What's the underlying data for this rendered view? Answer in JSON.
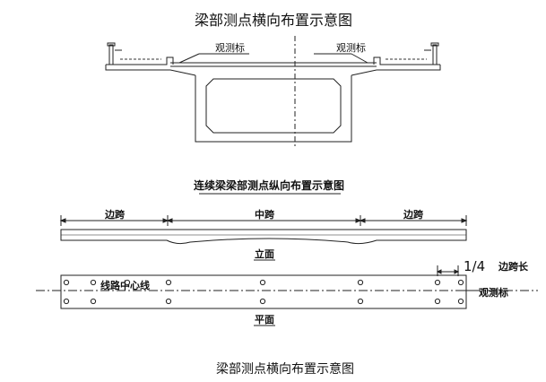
{
  "cross_section": {
    "title": "梁部测点横向布置示意图",
    "label_left": "观测标",
    "label_right": "观测标"
  },
  "longitudinal": {
    "title": "连续梁梁部测点纵向布置示意图",
    "span_left": "边跨",
    "span_middle": "中跨",
    "span_right": "边跨",
    "elevation_label": "立面",
    "plan_label": "平面",
    "centerline_label": "线路中心线",
    "ratio_label": "1/4",
    "ratio_suffix": "边跨长",
    "marker_label": "观测标"
  },
  "caption": "梁部测点横向布置示意图"
}
